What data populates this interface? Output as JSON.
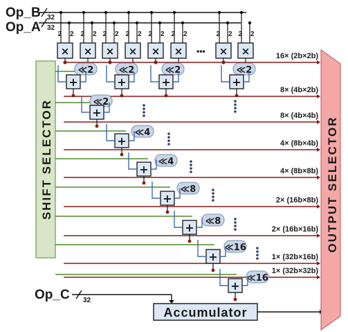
{
  "inputs": {
    "op_b": "Op_B",
    "op_a": "Op_A",
    "op_c": "Op_C",
    "bus_width": "32",
    "mult_in_width": "2"
  },
  "multiplier_symbol": "×",
  "ellipsis": "•••",
  "adder_symbol": "+",
  "shift_selector": "SHIFT SELECTOR",
  "output_selector": "OUTPUT SELECTOR",
  "accumulator": "Accumulator",
  "shifters": [
    "≪2",
    "≪2",
    "≪2",
    "≪2",
    "≪2",
    "≪4",
    "≪4",
    "≪8",
    "≪8",
    "≪16",
    "≪16"
  ],
  "modes": [
    "16× (2b×2b)",
    "8× (4b×2b)",
    "8× (4b×4b)",
    "4× (8b×4b)",
    "4× (8b×8b)",
    "2× (16b×8b)",
    "2× (16b×16b)",
    "1× (32b×16b)",
    "1× (32b×32b)"
  ],
  "colors": {
    "wire": "#111111",
    "blue_wire": "#3a6bb0",
    "green_wire": "#4e8a2f",
    "shift_box": "#d8e6c8",
    "output_box": "#f4a7a7",
    "adder_box": "#dce8f5",
    "shifter_pill": "#c9d6e8",
    "node": "#8b1a1a"
  }
}
